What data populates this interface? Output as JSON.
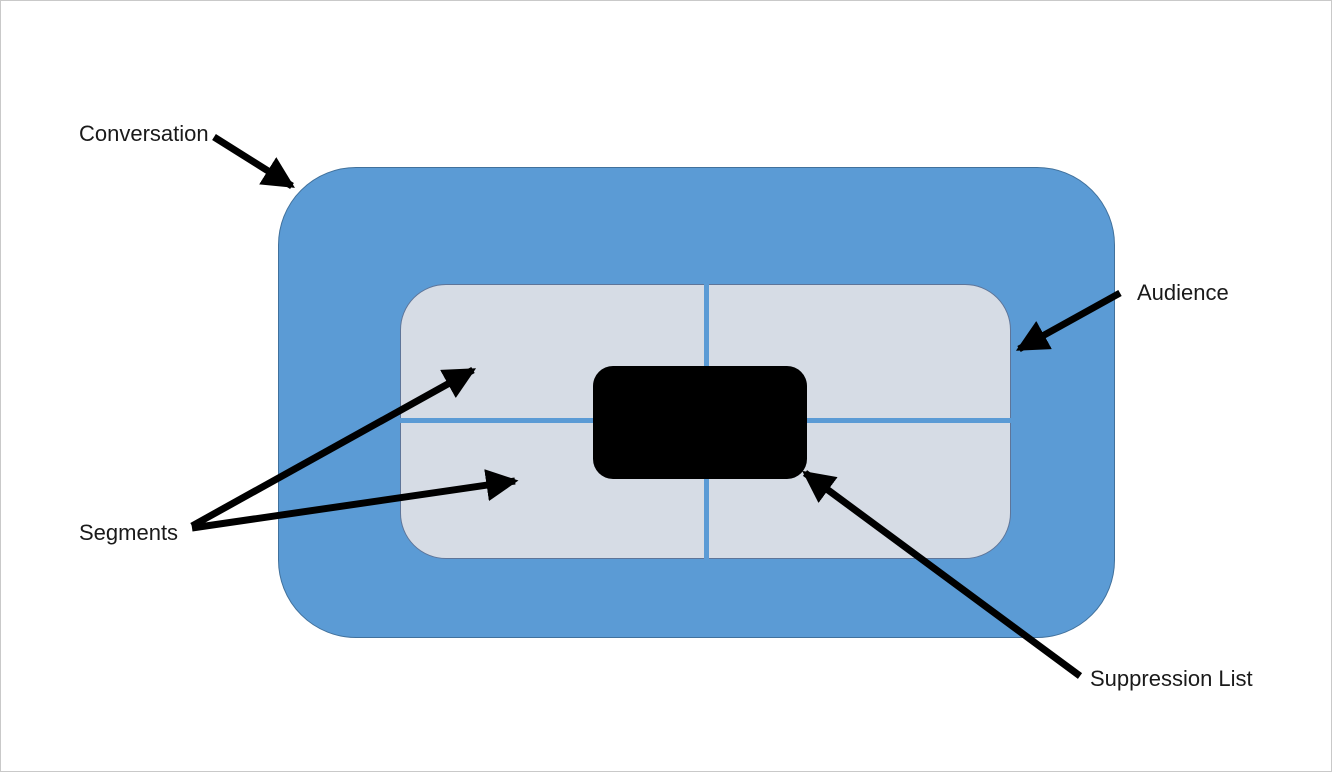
{
  "diagram": {
    "type": "nested-rounded-rectangle-diagram",
    "labels": {
      "conversation": "Conversation",
      "audience": "Audience",
      "segments": "Segments",
      "suppression_list": "Suppression List"
    },
    "structure": {
      "outer_shape": "Conversation",
      "inner_shape": "Audience",
      "inner_shape_divisions": "Segments (4 quadrants split by cross dividers)",
      "center_shape": "Suppression List"
    },
    "colors": {
      "conversation_fill": "#5B9BD5",
      "conversation_border": "#41719C",
      "audience_fill": "#D6DCE5",
      "audience_border": "#5E7599",
      "divider": "#5B9BD5",
      "suppression_fill": "#000000",
      "arrow": "#000000",
      "label_text": "#1A1A1A",
      "canvas_border": "#C9C9C9",
      "canvas_bg": "#FFFFFF"
    }
  }
}
